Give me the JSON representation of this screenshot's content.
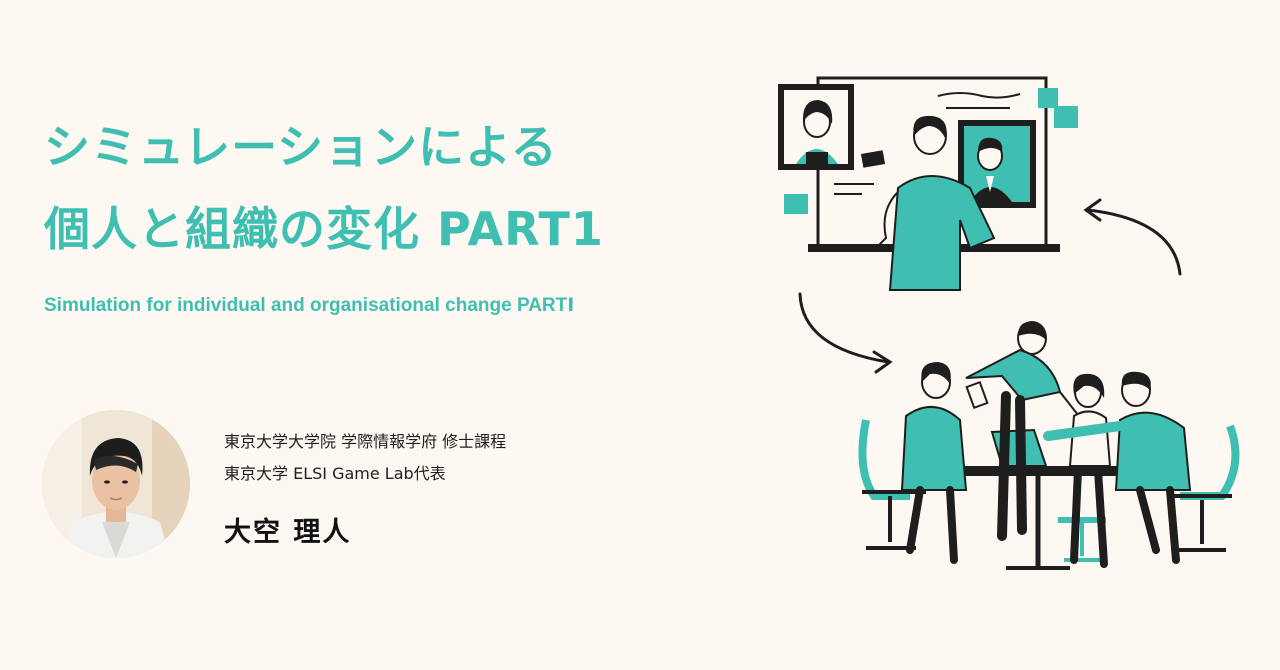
{
  "title": {
    "line1": "シミュレーションによる",
    "line2": "個人と組織の変化 PART1"
  },
  "subtitle": "Simulation for individual and organisational change PARTⅠ",
  "author": {
    "affiliation1": "東京大学大学院 学際情報学府 修士課程",
    "affiliation2": "東京大学 ELSI Game Lab代表",
    "name": "大空 理人"
  },
  "colors": {
    "accent": "#3fbfb1",
    "background": "#fdf8f1",
    "ink": "#1e1e1e"
  },
  "illustration": {
    "top_scene": "video-call-presentation",
    "bottom_scene": "team-meeting-around-table"
  }
}
